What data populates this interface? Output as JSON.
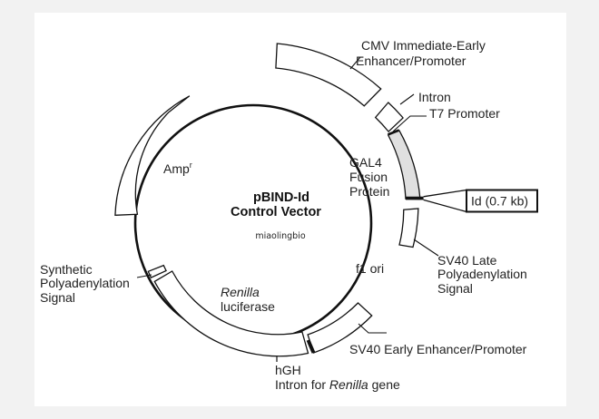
{
  "map": {
    "title_line1": "pBIND-Id",
    "title_line2": "Control Vector",
    "watermark": "miaolingbio",
    "features": {
      "cmv_line1": "CMV Immediate-Early",
      "cmv_line2": "Enhancer/Promoter",
      "intron": "Intron",
      "t7": "T7 Promoter",
      "gal4_line1": "GAL4",
      "gal4_line2": "Fusion",
      "gal4_line3": "Protein",
      "insert": "Id (0.7 kb)",
      "sv40late_line1": "SV40 Late",
      "sv40late_line2": "Polyadenylation",
      "sv40late_line3": "Signal",
      "f1": "f1 ori",
      "sv40early": "SV40 Early Enhancer/Promoter",
      "hgh": "hGH",
      "hgh_intron_prefix": "Intron for ",
      "hgh_intron_italic": "Renilla",
      "hgh_intron_suffix": " gene",
      "renilla_italic": "Renilla",
      "renilla_line2": "luciferase",
      "synth_line1": "Synthetic",
      "synth_line2": "Polyadenylation",
      "synth_line3": "Signal",
      "amp": "Amp",
      "amp_sup": "r"
    },
    "colors": {
      "line": "#111111",
      "gal4_fill": "#e0e0e0",
      "background": "#f2f2f2",
      "panel": "#ffffff"
    }
  }
}
